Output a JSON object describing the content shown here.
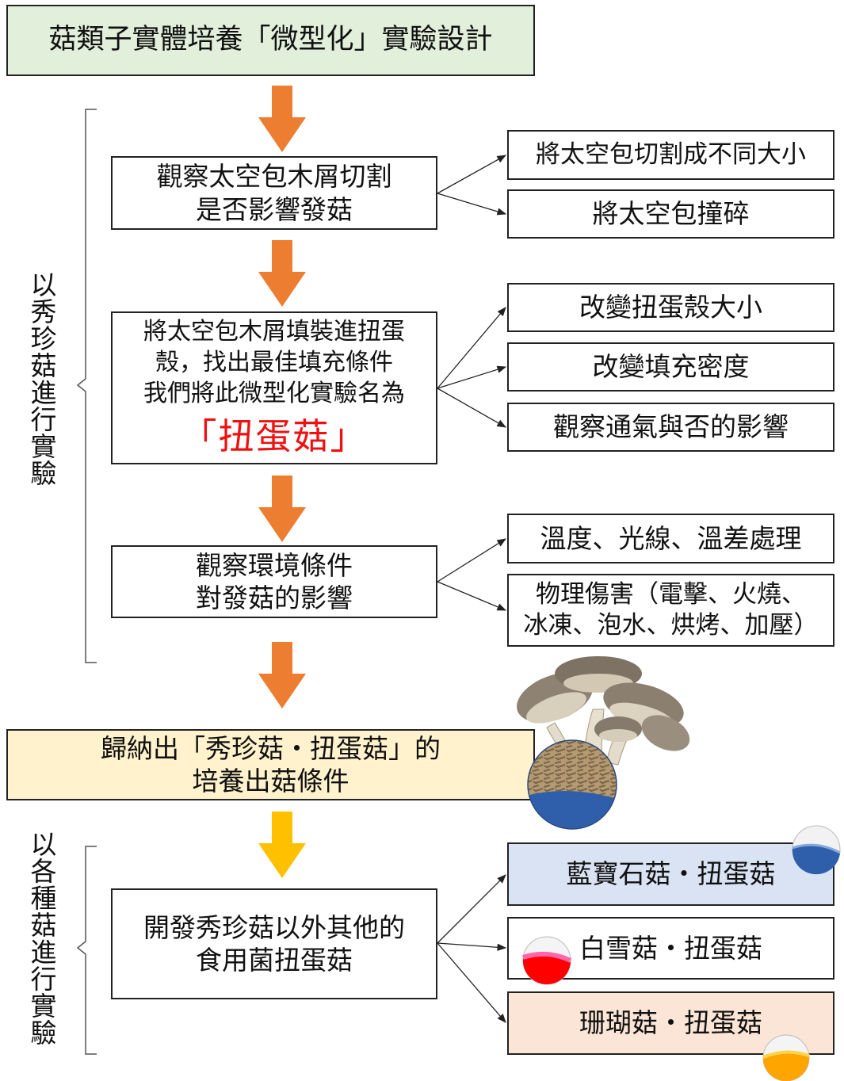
{
  "title": "菇類子實體培養「微型化」實驗設計",
  "left_labels": {
    "top": "以秀珍菇進行實驗",
    "bottom": "以各種菇進行實驗"
  },
  "steps": {
    "step1": {
      "line1": "觀察太空包木屑切割",
      "line2": "是否影響發菇"
    },
    "step2": {
      "line1": "將太空包木屑填裝進扭蛋",
      "line2": "殼，找出最佳填充條件",
      "line3": "我們將此微型化實驗名為",
      "highlight": "「扭蛋菇」"
    },
    "step3": {
      "line1": "觀察環境條件",
      "line2": "對發菇的影響"
    },
    "summary": {
      "line1": "歸納出「秀珍菇・扭蛋菇」的",
      "line2": "培養出菇條件"
    },
    "step4": {
      "line1": "開發秀珍菇以外其他的",
      "line2": "食用菌扭蛋菇"
    }
  },
  "branches": {
    "step1": [
      "將太空包切割成不同大小",
      "將太空包撞碎"
    ],
    "step2": [
      "改變扭蛋殼大小",
      "改變填充密度",
      "觀察通氣與否的影響"
    ],
    "step3": [
      "溫度、光線、溫差處理",
      "物理傷害（電擊、火燒、",
      "冰凍、泡水、烘烤、加壓）"
    ],
    "step4": [
      "藍寶石菇・扭蛋菇",
      "白雪菇・扭蛋菇",
      "珊瑚菇・扭蛋菇"
    ]
  },
  "colors": {
    "title_bg": "#e2efda",
    "summary_bg": "#fff2cc",
    "arrow_orange": "#ed7d31",
    "arrow_yellow": "#ffc000",
    "blue_box_bg": "#dae3f3",
    "coral_box_bg": "#fbe5d6",
    "highlight_red": "#ee1111",
    "capsule_blue": "#2f5faa",
    "capsule_red": "#ff0000",
    "capsule_pink": "#ff66aa",
    "capsule_orange": "#ffa500"
  }
}
